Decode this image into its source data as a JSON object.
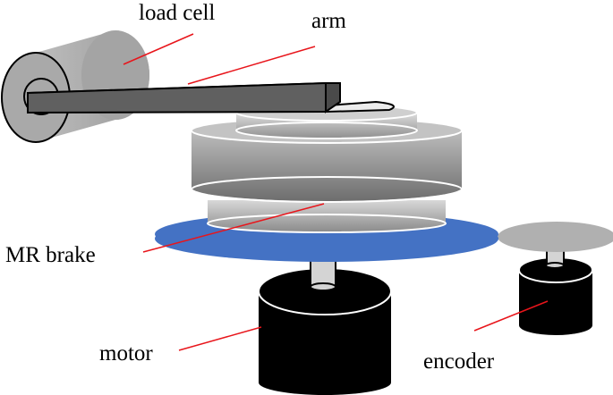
{
  "labels": {
    "load_cell": "load cell",
    "arm": "arm",
    "mr_brake": "MR brake",
    "motor": "motor",
    "encoder": "encoder"
  },
  "colors": {
    "leader_line": "#e8151b",
    "disk_blue": "#4472c4",
    "motor_black": "#000000",
    "encoder_disk": "#b0b0b0",
    "arm_gray": "#606060",
    "load_cell_gray": "#a9a9a9"
  }
}
